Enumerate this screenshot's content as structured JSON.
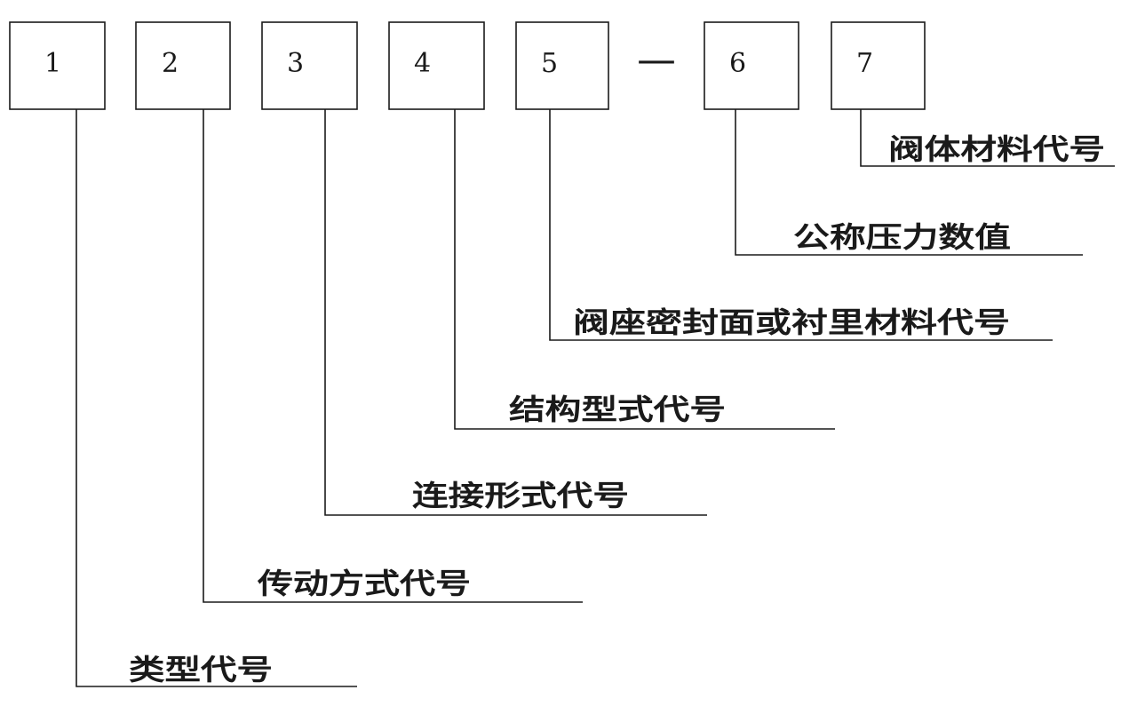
{
  "boxes": [
    {
      "number": "1",
      "label": "类型代号"
    },
    {
      "number": "2",
      "label": "传动方式代号"
    },
    {
      "number": "3",
      "label": "连接形式代号"
    },
    {
      "number": "4",
      "label": "结构型式代号"
    },
    {
      "number": "5",
      "label": "阀座密封面或衬里材料代号"
    },
    {
      "number": "6",
      "label": "公称压力数值"
    },
    {
      "number": "7",
      "label": "阀体材料代号"
    }
  ],
  "separator": "—"
}
